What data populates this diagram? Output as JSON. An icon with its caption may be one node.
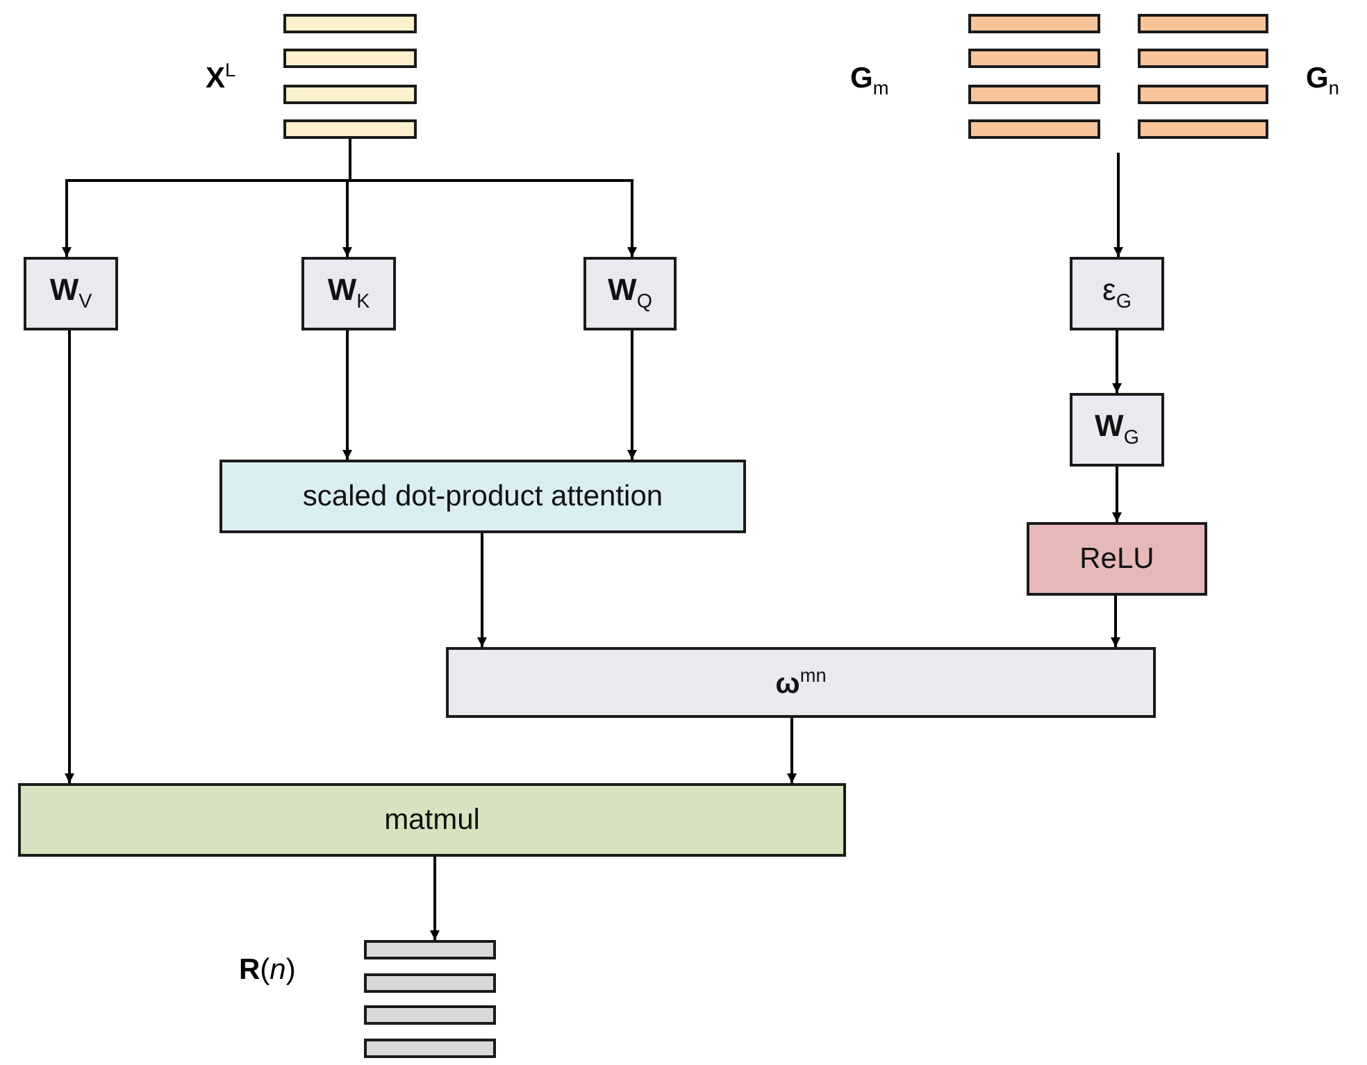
{
  "diagram": {
    "nodes": [
      {
        "text": [],
        "shape": "bar",
        "beside": [
          "**X**$^{L}$"
        ]
      },
      {
        "text": [],
        "shape": "bar",
        "beside": [
          "**G**$_{m}$"
        ]
      },
      {
        "text": [],
        "shape": "bar",
        "beside": [
          "**G**$_{n}$"
        ]
      },
      {
        "text": [
          "**W**$_{V}$"
        ]
      },
      {
        "text": [
          "**W**$_{K}$"
        ]
      },
      {
        "text": [
          "**W**$_{Q}$"
        ]
      },
      {
        "text": [
          "ε$_{G}$"
        ]
      },
      {
        "text": [
          "**W**$_{G}$"
        ]
      },
      {
        "text": [
          "scaled dot-product attention"
        ]
      },
      {
        "text": [
          "ReLU"
        ]
      },
      {
        "text": [
          "**ω**$^{mn}$"
        ]
      },
      {
        "text": [
          "matmul"
        ]
      },
      {
        "text": [],
        "shape": "bar",
        "beside": [
          "**R**(*n*)"
        ]
      }
    ],
    "edges": [
      {
        "from": 0,
        "to": 3,
        "arrow": "to"
      },
      {
        "from": 0,
        "to": 4,
        "arrow": "to"
      },
      {
        "from": 0,
        "to": 5,
        "arrow": "to"
      },
      {
        "from": 1,
        "to": 6,
        "arrow": "to"
      },
      {
        "from": 2,
        "to": 6,
        "arrow": "to"
      },
      {
        "from": 4,
        "to": 8,
        "arrow": "to"
      },
      {
        "from": 5,
        "to": 8,
        "arrow": "to"
      },
      {
        "from": 6,
        "to": 7,
        "arrow": "to"
      },
      {
        "from": 7,
        "to": 9,
        "arrow": "to"
      },
      {
        "from": 8,
        "to": 10,
        "arrow": "to"
      },
      {
        "from": 9,
        "to": 10,
        "arrow": "to"
      },
      {
        "from": 3,
        "to": 11,
        "arrow": "to"
      },
      {
        "from": 10,
        "to": 11,
        "arrow": "to"
      },
      {
        "from": 11,
        "to": 12,
        "arrow": "to"
      }
    ]
  }
}
